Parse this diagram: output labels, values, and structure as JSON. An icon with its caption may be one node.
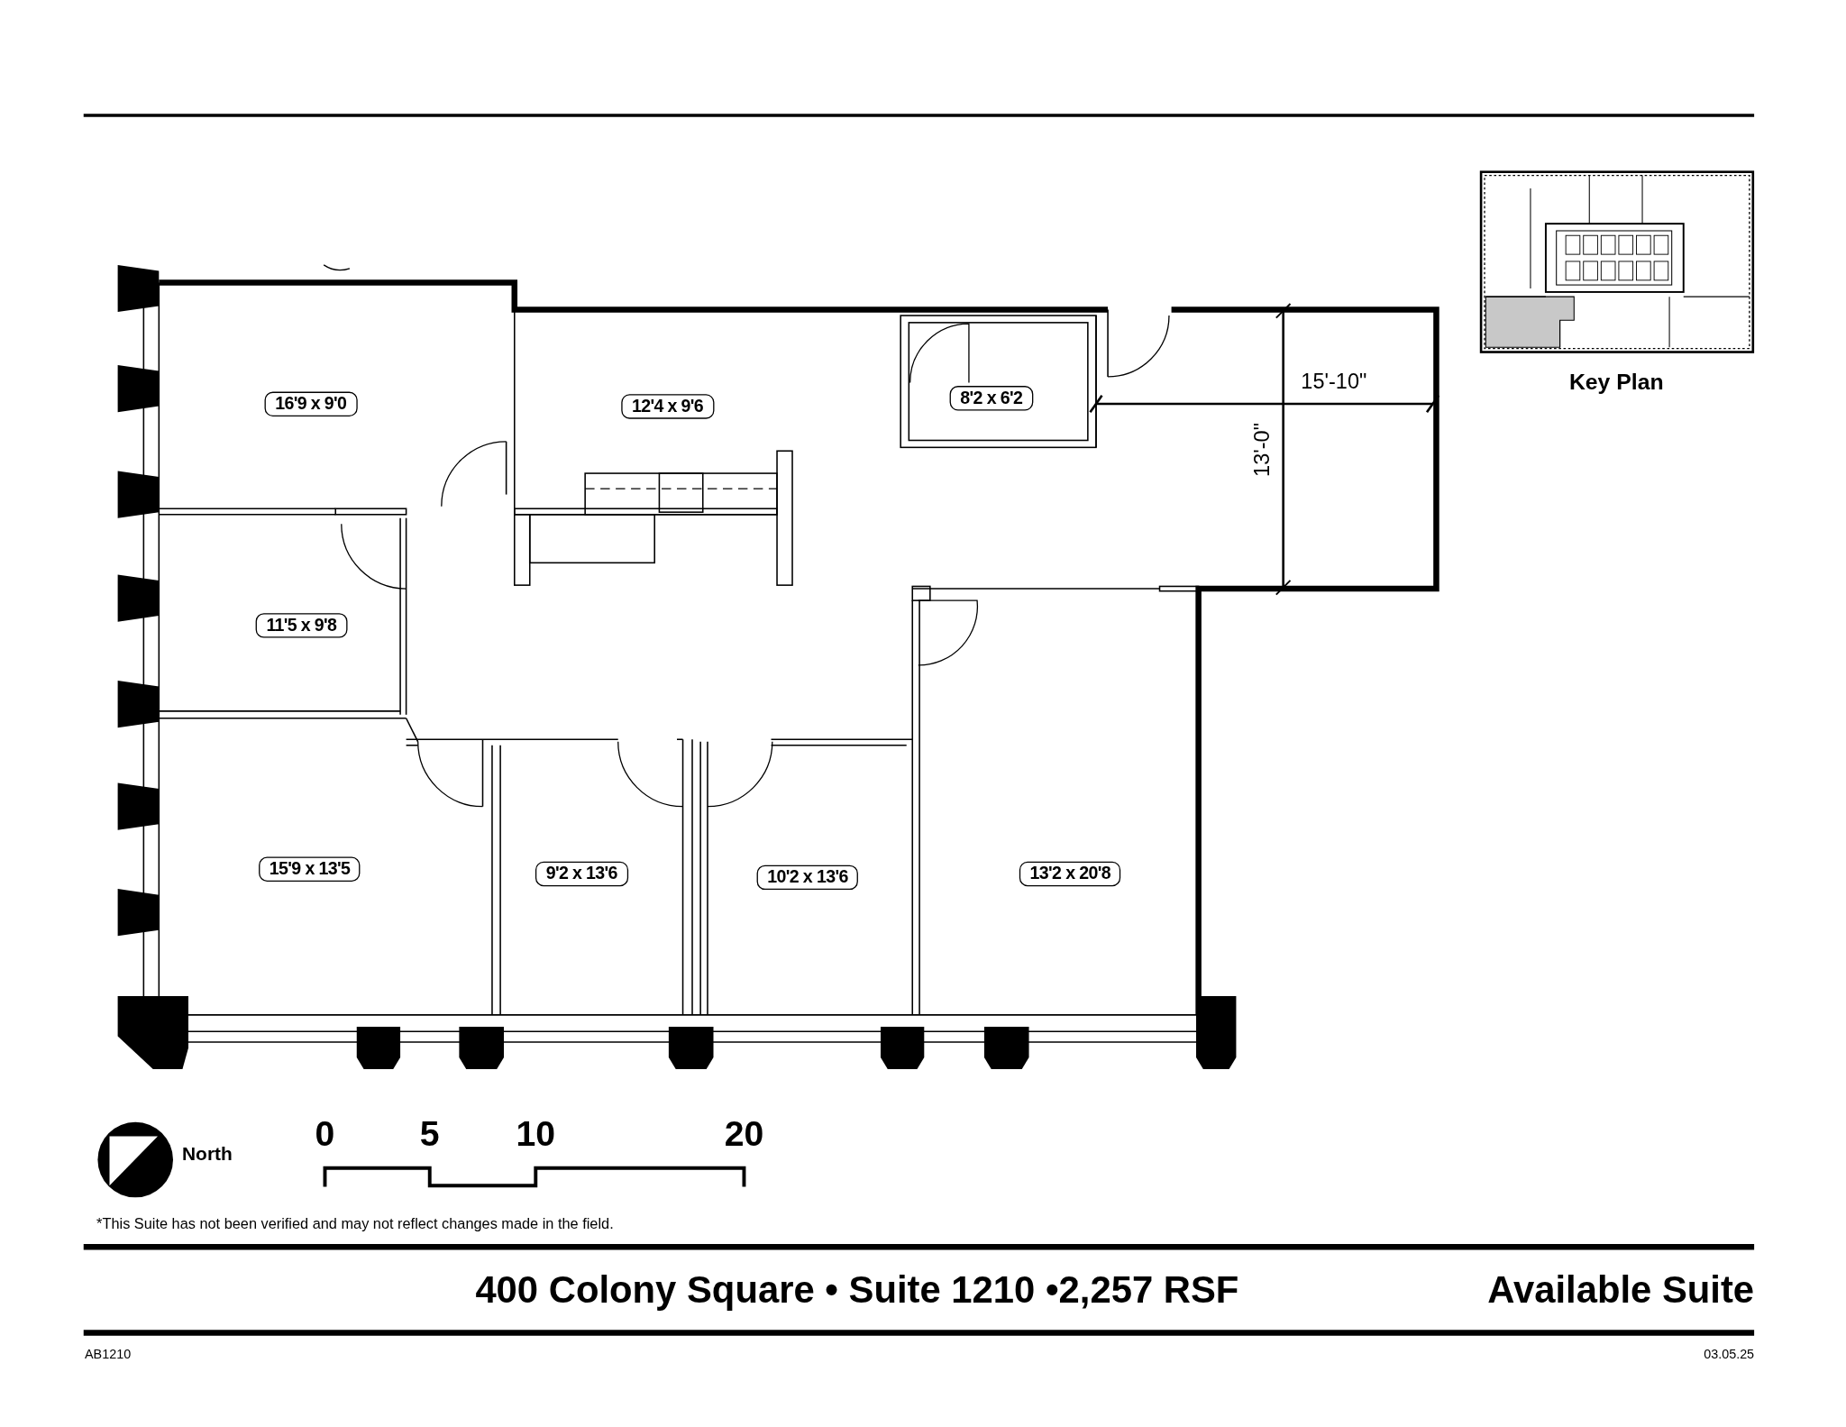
{
  "diagram": {
    "title": "400 Colony Square • Suite 1210 •2,257 RSF",
    "nodes": [
      {
        "text": [
          "16'9 x 9'0"
        ]
      },
      {
        "text": [
          "12'4 x 9'6"
        ]
      },
      {
        "text": [
          "8'2 x 6'2"
        ]
      },
      {
        "text": [
          "11'5 x 9'8"
        ]
      },
      {
        "text": [
          "15'9 x 13'5"
        ]
      },
      {
        "text": [
          "9'2 x 13'6"
        ]
      },
      {
        "text": [
          "10'2 x 13'6"
        ]
      },
      {
        "text": [
          "13'2 x 20'8"
        ]
      }
    ],
    "labels": [
      "15'-10\"",
      "13'-0\"",
      "Key Plan",
      "North",
      "0",
      "5",
      "10",
      "20",
      "*This Suite has not been verified and may not reflect changes made in the field.",
      "Available Suite",
      "AB1210",
      "03.05.25"
    ]
  }
}
